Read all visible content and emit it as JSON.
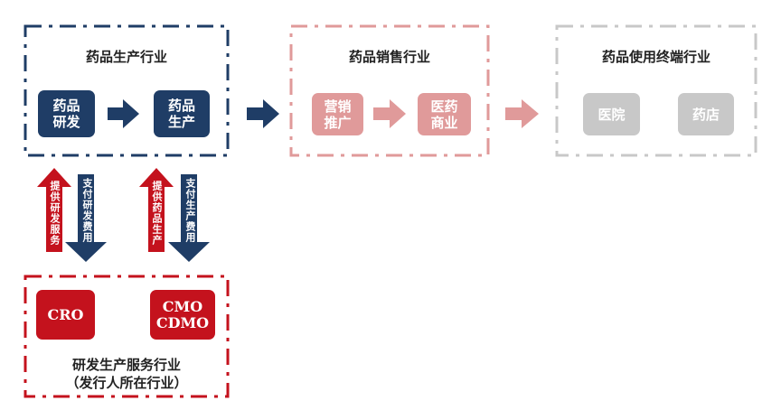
{
  "groups": {
    "production": {
      "title": "药品生产行业",
      "nodes": [
        "药品\n研发",
        "药品\n生产"
      ]
    },
    "sales": {
      "title": "药品销售行业",
      "nodes": [
        "营销\n推广",
        "医药\n商业"
      ]
    },
    "terminal": {
      "title": "药品使用终端行业",
      "nodes": [
        "医院",
        "药店"
      ]
    },
    "service": {
      "nodes": [
        "CRO",
        "CMO\nCDMO"
      ],
      "caption_line1": "研发生产服务行业",
      "caption_line2": "（发行人所在行业）"
    }
  },
  "flows": {
    "up1": "提供研发服务",
    "down1": "支付研发费用",
    "up2": "提供药品生产",
    "down2": "支付生产费用"
  },
  "colors": {
    "blue": "#1f3d66",
    "red": "#c4121d",
    "pink": "#e09a9a",
    "grey": "#c8c8c8"
  }
}
